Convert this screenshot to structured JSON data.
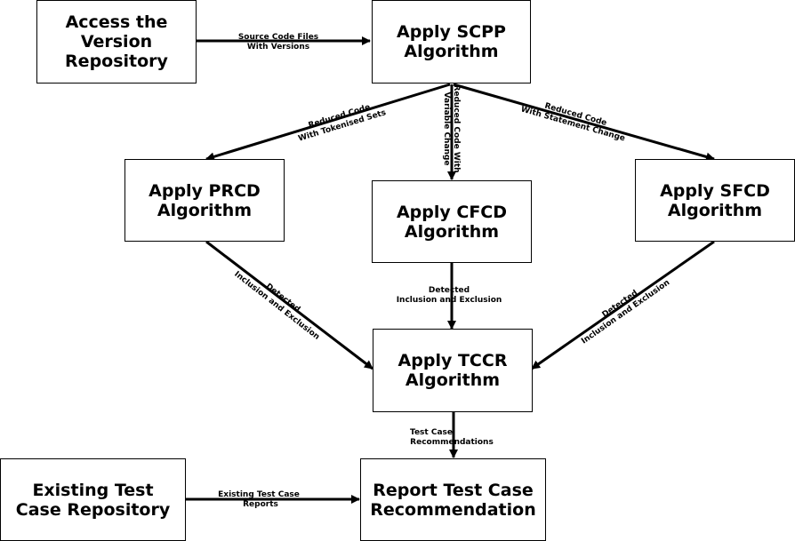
{
  "nodes": {
    "access_repo": "Access the\nVersion\nRepository",
    "scpp": "Apply SCPP\nAlgorithm",
    "prcd": "Apply PRCD\nAlgorithm",
    "cfcd": "Apply CFCD\nAlgorithm",
    "sfcd": "Apply SFCD\nAlgorithm",
    "tccr": "Apply TCCR\nAlgorithm",
    "existing_repo": "Existing Test\nCase Repository",
    "report": "Report Test Case\nRecommendation"
  },
  "edges": {
    "access_to_scpp": [
      "Source  Code  Files",
      "With Versions"
    ],
    "scpp_to_prcd": [
      "Reduced  Code",
      "With Tokenised  Sets"
    ],
    "scpp_to_cfcd": [
      "Reduced  Code  With",
      "Variable  Change"
    ],
    "scpp_to_sfcd": [
      "Reduced  Code",
      "With Statement  Change"
    ],
    "prcd_to_tccr": [
      "Detected",
      "Inclusion  and Exclusion"
    ],
    "cfcd_to_tccr": [
      "Detected",
      "Inclusion  and  Exclusion"
    ],
    "sfcd_to_tccr": [
      "Detected",
      "Inclusion  and  Exclusion"
    ],
    "tccr_to_report": [
      "Test Case",
      "Recommendations"
    ],
    "existing_to_report": [
      "Existing  Test Case",
      "Reports"
    ]
  }
}
